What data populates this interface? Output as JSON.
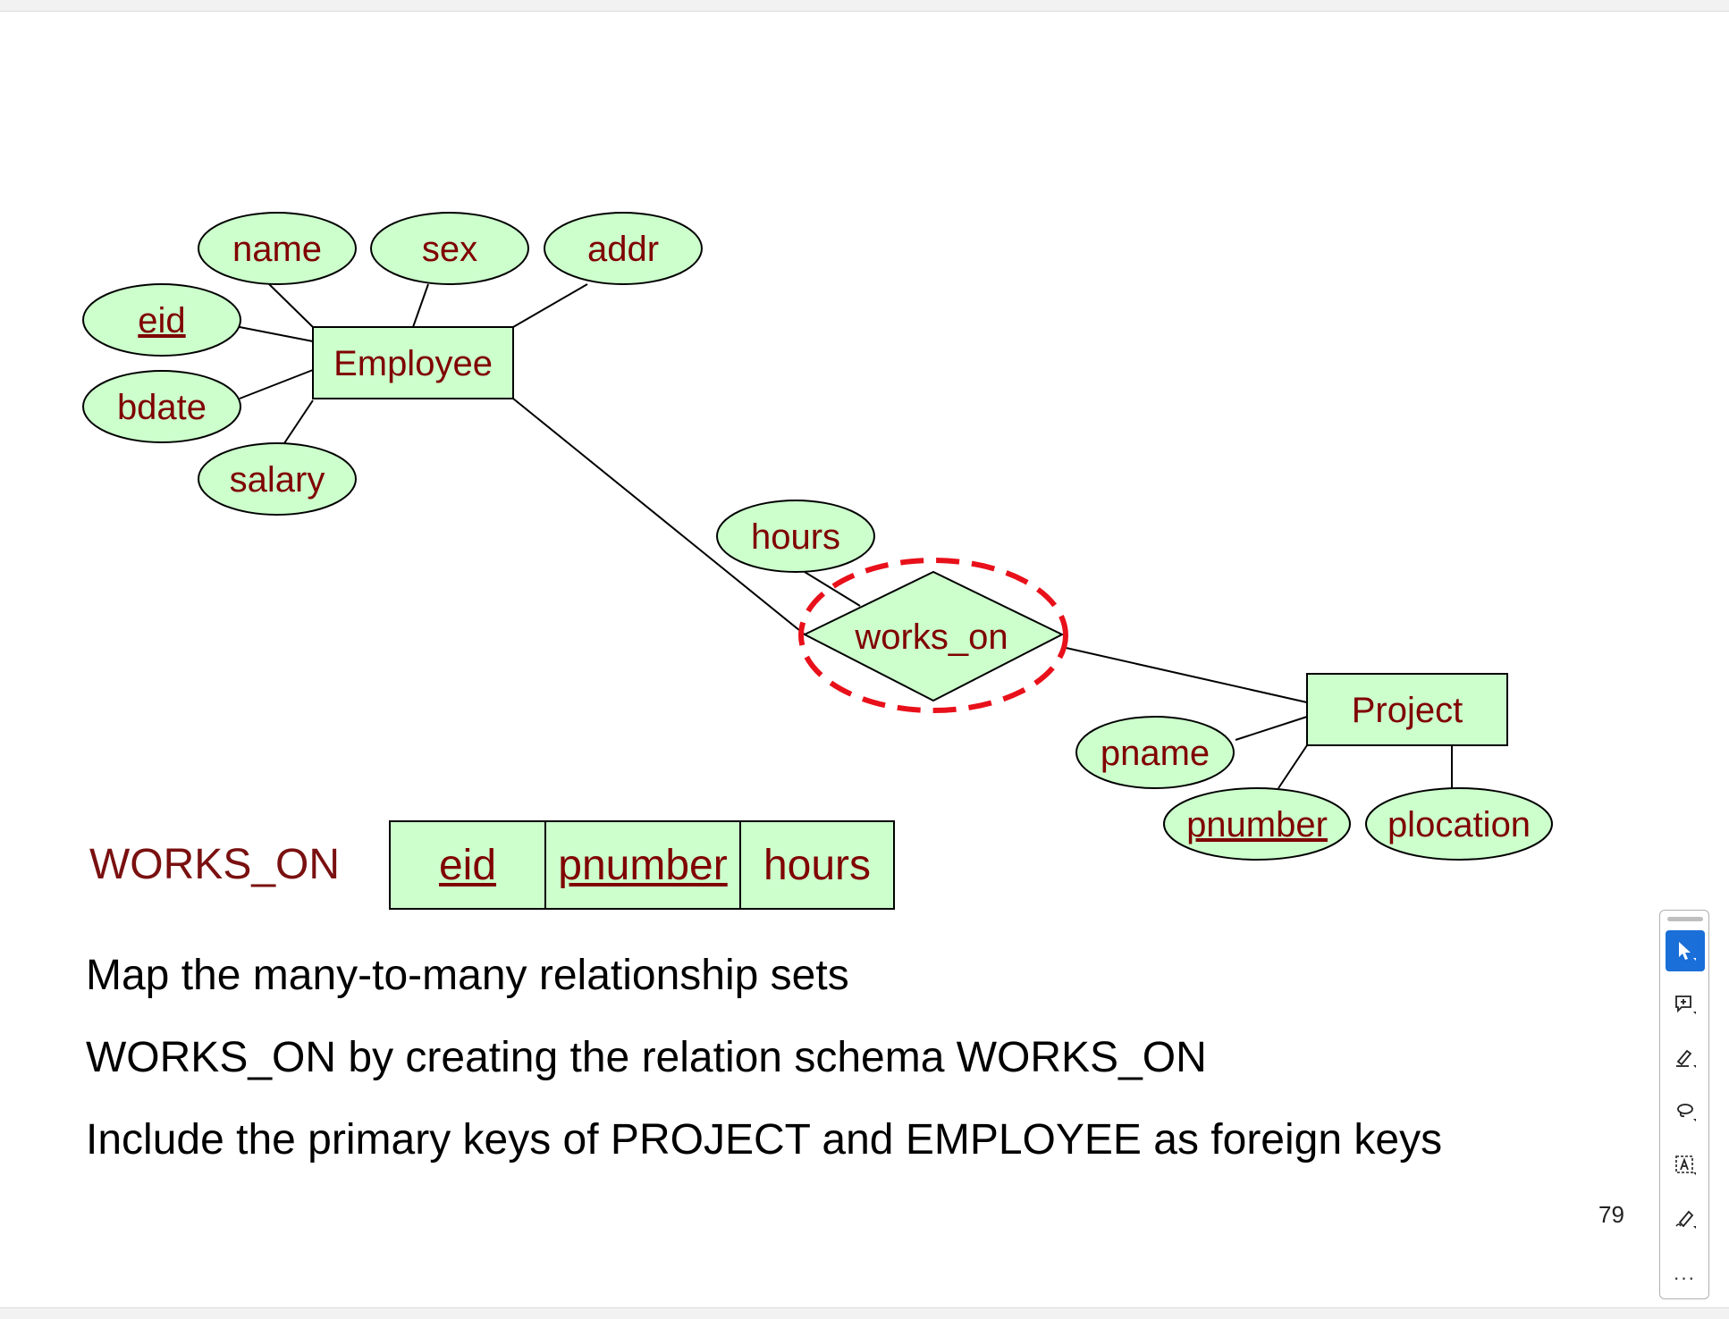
{
  "diagram": {
    "entities": {
      "employee": "Employee",
      "project": "Project"
    },
    "relationship": "works_on",
    "employee_attributes": {
      "name": "name",
      "sex": "sex",
      "addr": "addr",
      "eid": "eid",
      "bdate": "bdate",
      "salary": "salary"
    },
    "relationship_attributes": {
      "hours": "hours"
    },
    "project_attributes": {
      "pname": "pname",
      "pnumber": "pnumber",
      "plocation": "plocation"
    },
    "colors": {
      "shape_fill": "#ccffcc",
      "label": "#800000",
      "highlight": "#e8101a"
    }
  },
  "schema": {
    "name": "WORKS_ON",
    "columns": [
      "eid",
      "pnumber",
      "hours"
    ],
    "key_columns": [
      "eid",
      "pnumber"
    ]
  },
  "text": {
    "line1": "Map the many-to-many relationship sets",
    "line2": "WORKS_ON by creating the relation schema WORKS_ON",
    "line3": "Include the primary keys of PROJECT and EMPLOYEE as foreign keys"
  },
  "page_number": "79",
  "toolbar": {
    "tools": [
      "select-icon",
      "add-comment-icon",
      "highlight-icon",
      "lasso-icon",
      "text-select-icon",
      "sign-icon"
    ],
    "more_label": "···"
  }
}
